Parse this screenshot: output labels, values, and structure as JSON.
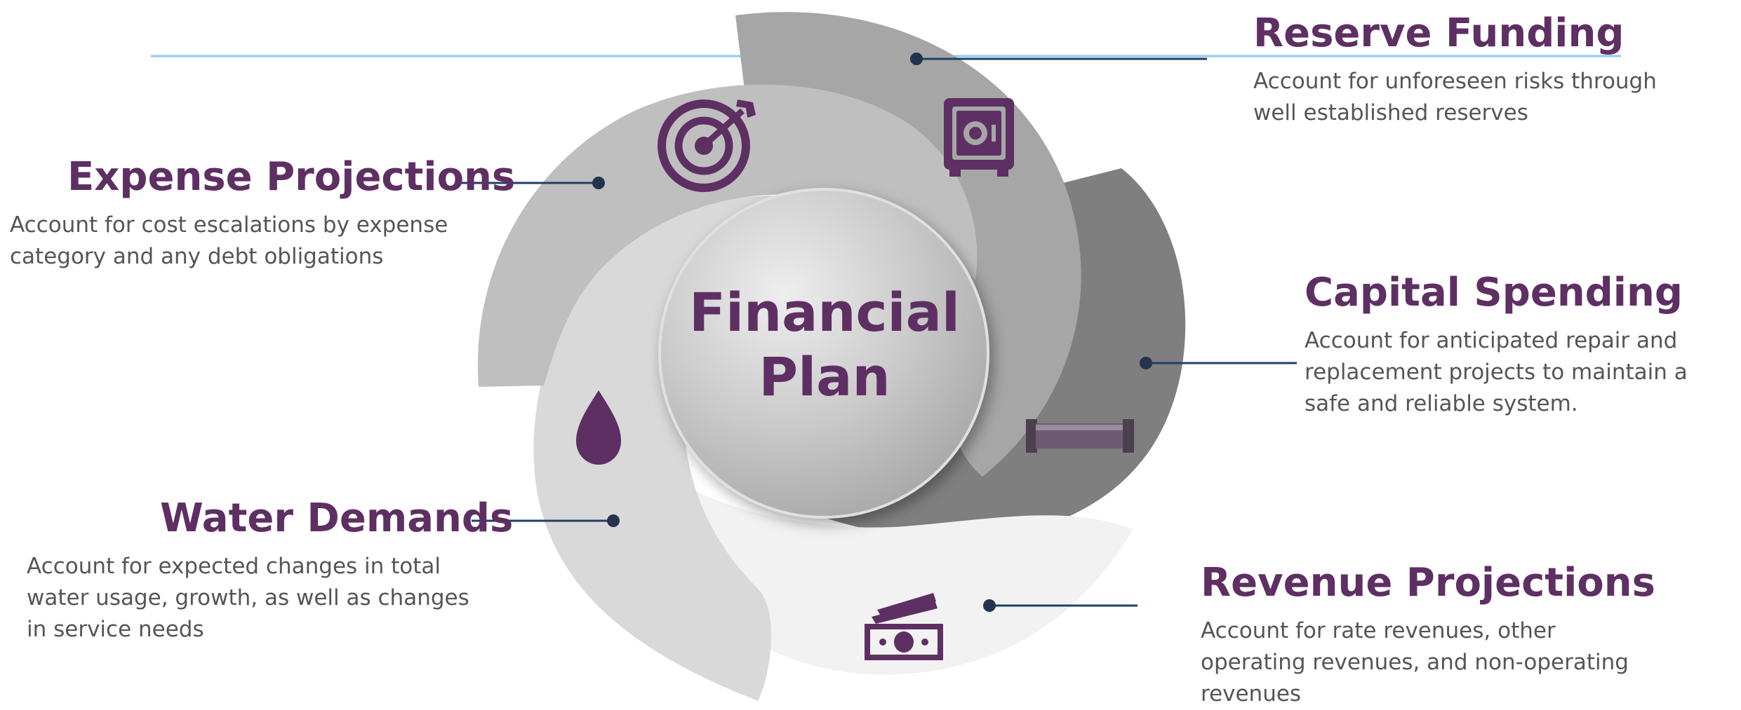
{
  "center": {
    "line1": "Financial",
    "line2": "Plan"
  },
  "segments": [
    {
      "id": "reserve",
      "title": "Reserve Funding",
      "description": "Account for unforeseen risks through well established reserves",
      "icon": "safe-icon"
    },
    {
      "id": "expense",
      "title": "Expense Projections",
      "description": "Account for cost escalations by expense category and any debt obligations",
      "icon": "target-icon"
    },
    {
      "id": "capital",
      "title": "Capital Spending",
      "description": "Account for anticipated repair and replacement projects to maintain a safe and reliable system.",
      "icon": "pipe-icon"
    },
    {
      "id": "water",
      "title": "Water Demands",
      "description": "Account for expected changes in total water usage, growth, as well as changes in service needs",
      "icon": "water-drop-icon"
    },
    {
      "id": "revenue",
      "title": "Revenue Projections",
      "description": "Account for rate revenues, other operating revenues, and non-operating revenues",
      "icon": "money-icon"
    }
  ],
  "colors": {
    "accent": "#5e2f63",
    "connector": "#1e3f66",
    "rule": "#8fc9ec",
    "body_text": "#555555"
  }
}
